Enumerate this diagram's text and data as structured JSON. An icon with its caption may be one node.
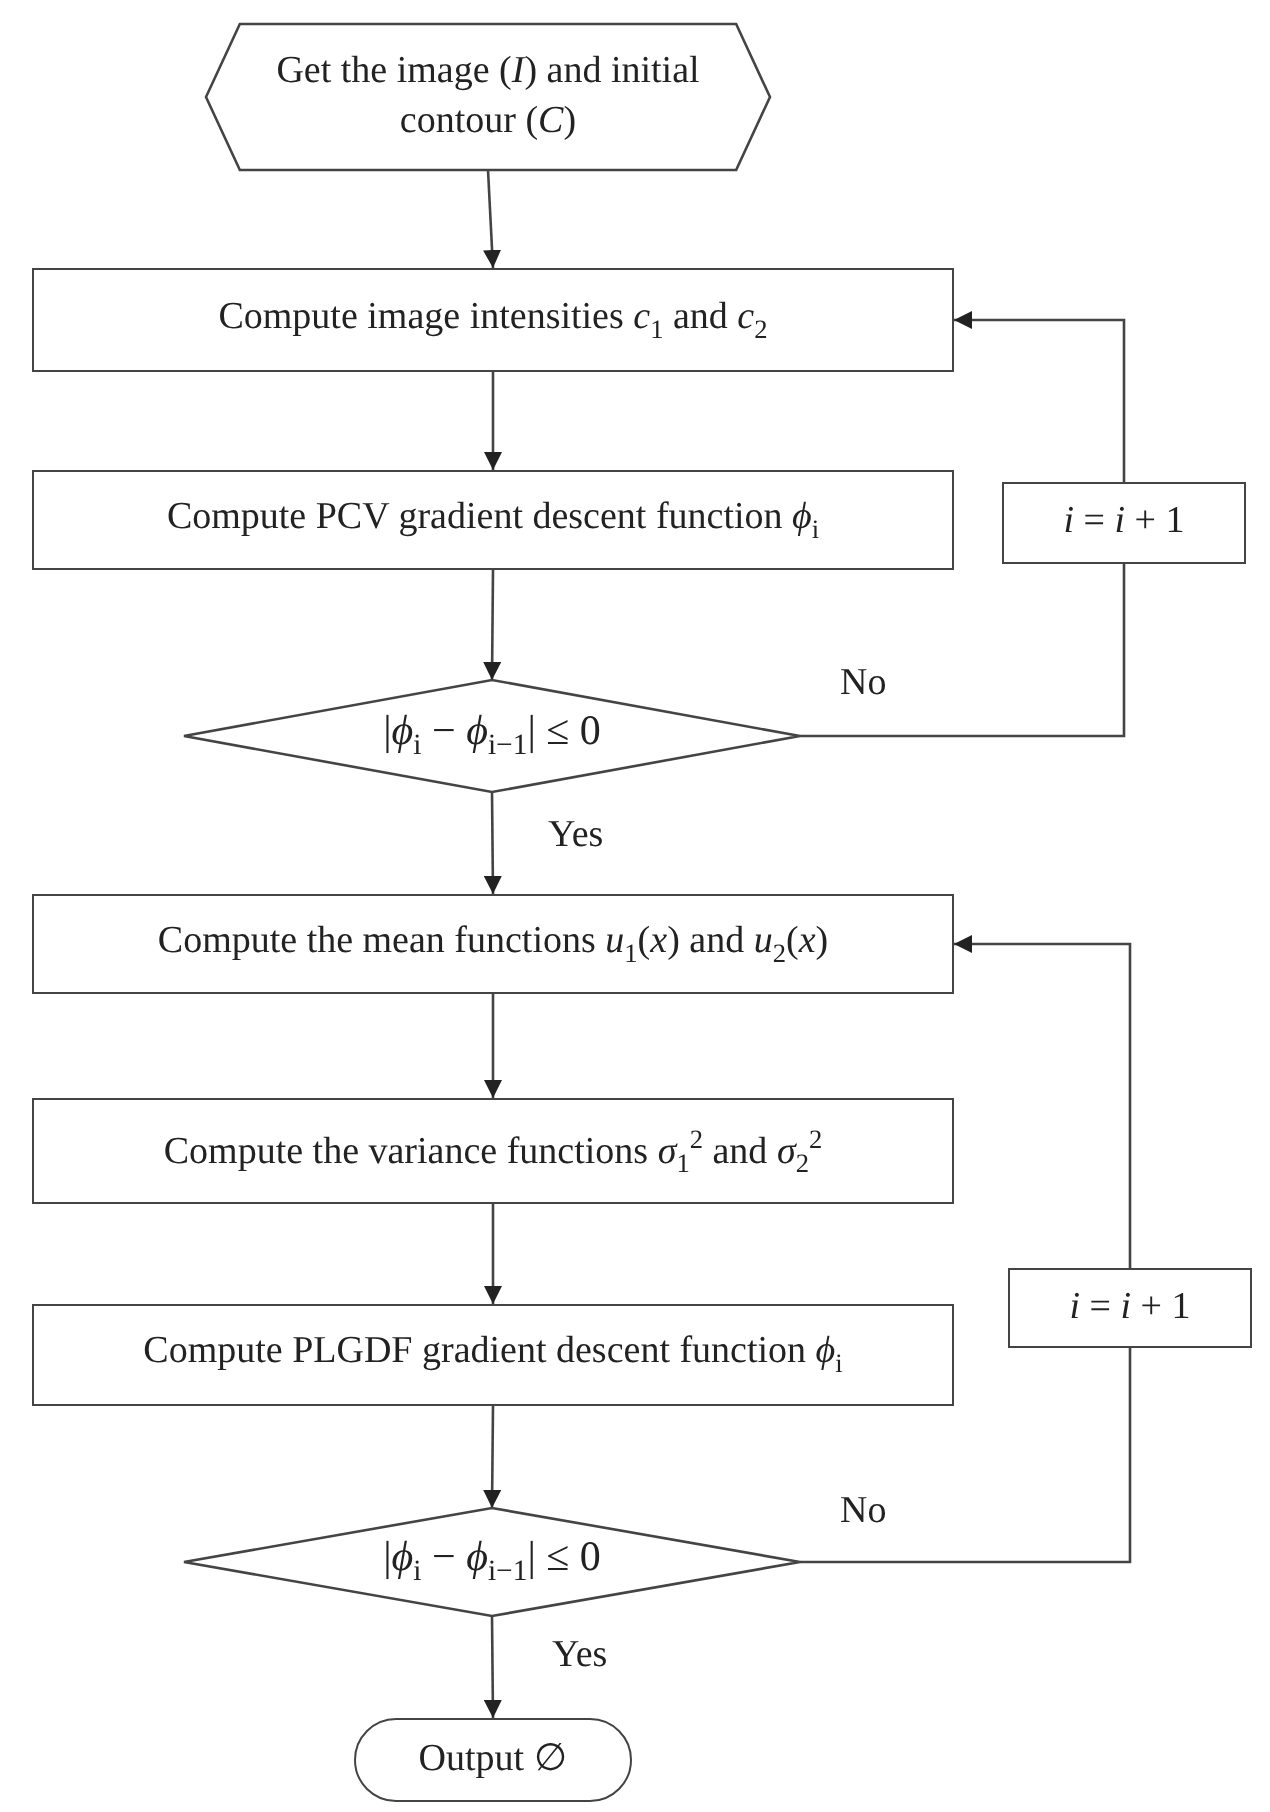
{
  "diagram": {
    "nodes": [
      {
        "text": [
          "Get the image (*I*) and initial contour (*C*)"
        ]
      },
      {
        "text": [
          "Compute image intensities *c*$_{1}$ and *c*$_{2}$"
        ]
      },
      {
        "text": [
          "Compute PCV gradient descent function *ϕ*$_{i}$"
        ]
      },
      {
        "text": [
          "|*ϕ*$_{i}$ − *ϕ*$_{i−1}$| ≤ 0"
        ]
      },
      {
        "text": [
          "*i* = *i* + 1"
        ]
      },
      {
        "text": [
          "Compute the mean functions *u*$_{1}$(*x*) and *u*$_{2}$(*x*)"
        ]
      },
      {
        "text": [
          "Compute the variance functions *σ*$_{1}$$^{2}$ and *σ*$_{2}$$^{2}$"
        ]
      },
      {
        "text": [
          "Compute PLGDF gradient descent function *ϕ*$_{i}$"
        ]
      },
      {
        "text": [
          "|*ϕ*$_{i}$ − *ϕ*$_{i−1}$| ≤ 0"
        ]
      },
      {
        "text": [
          "*i* = *i* + 1"
        ]
      },
      {
        "text": [
          "Output ∅"
        ]
      }
    ],
    "edges": [
      {
        "from": 0,
        "to": 1,
        "arrow": "to"
      },
      {
        "from": 1,
        "to": 2,
        "arrow": "to"
      },
      {
        "from": 2,
        "to": 3,
        "arrow": "to"
      },
      {
        "from": 3,
        "to": 4,
        "arrow": "none",
        "label": "No"
      },
      {
        "from": 4,
        "to": 1,
        "arrow": "to"
      },
      {
        "from": 3,
        "to": 5,
        "arrow": "to",
        "label": "Yes"
      },
      {
        "from": 5,
        "to": 6,
        "arrow": "to"
      },
      {
        "from": 6,
        "to": 7,
        "arrow": "to"
      },
      {
        "from": 7,
        "to": 8,
        "arrow": "to"
      },
      {
        "from": 8,
        "to": 9,
        "arrow": "none",
        "label": "No"
      },
      {
        "from": 9,
        "to": 5,
        "arrow": "to"
      },
      {
        "from": 8,
        "to": 10,
        "arrow": "to",
        "label": "Yes"
      }
    ]
  }
}
